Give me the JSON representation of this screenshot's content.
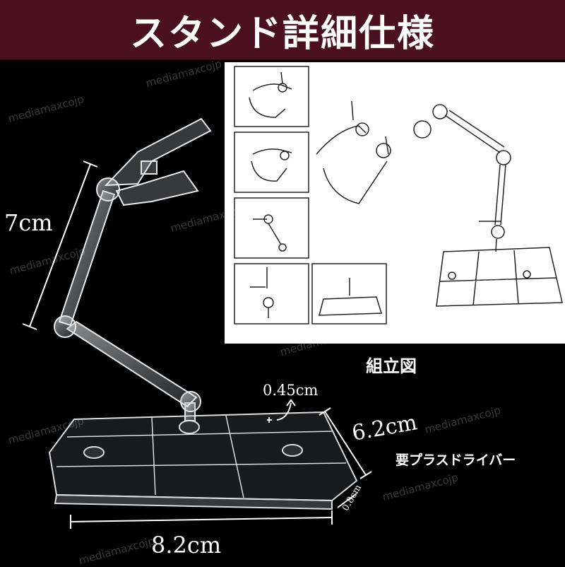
{
  "header": {
    "title": "スタンド詳細仕様"
  },
  "labels": {
    "assembly": "組立図",
    "screwdriver": "要プラスドライバー"
  },
  "dimensions": {
    "height": "7cm",
    "thickness": "0.45cm",
    "depth": "6.2cm",
    "width": "8.2cm",
    "base_height": "0.8cm"
  },
  "watermark": "mediamaxcojp",
  "colors": {
    "header_bg": "#4b1020",
    "background": "#000000"
  }
}
